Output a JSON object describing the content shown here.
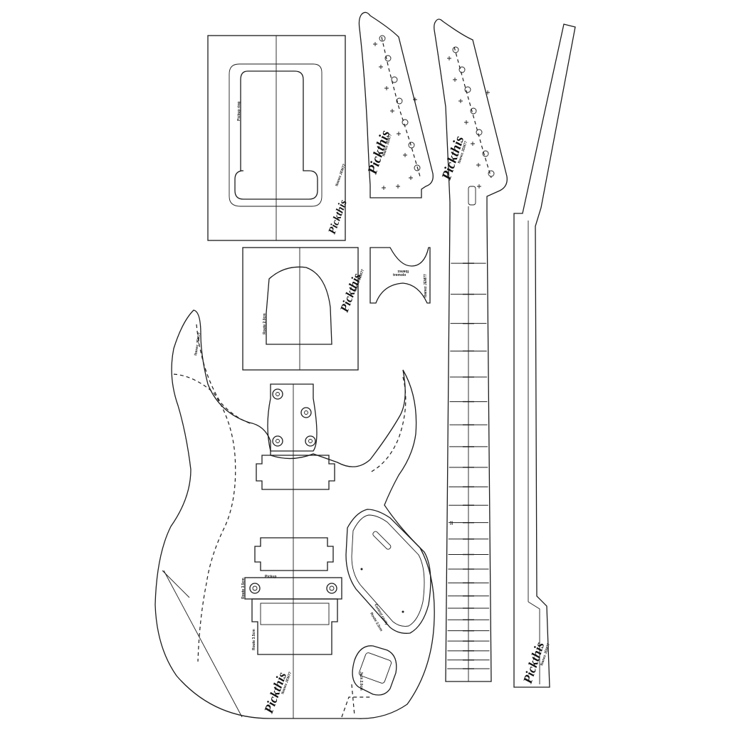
{
  "brand": {
    "logo_text": "Pickthis",
    "product_code": "Ibanez JEM77"
  },
  "labels": {
    "pickup_ring_left": "Pickup ring",
    "pickup_template": "Pickup",
    "tremolo_template_upper": "Ibanez",
    "tremolo_template_lower": "tremolo",
    "body_route_a": "Route 3.5cm",
    "body_route_b": "Route 2.0cm",
    "control_route_a": "Control cavity",
    "control_route_b": "Route 3.5cm",
    "jack_route": "Jack 2.0cm",
    "neck_marker": "12"
  },
  "neck": {
    "fret_count": 24
  }
}
